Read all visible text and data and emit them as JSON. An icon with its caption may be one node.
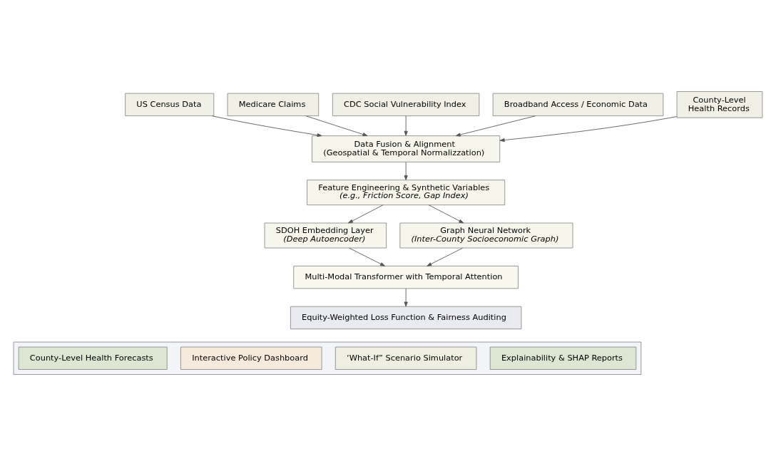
{
  "diagram": {
    "nodes": [
      {
        "text": [
          "US Census Data"
        ]
      },
      {
        "text": [
          "Medicare Claims"
        ]
      },
      {
        "text": [
          "CDC Social Vulnerability Index"
        ]
      },
      {
        "text": [
          "Broadband Access / Economic Data"
        ]
      },
      {
        "text": [
          "County-Level",
          "Health Records"
        ]
      },
      {
        "text": [
          "Data Fusion & Alignment",
          "(Geospatial & Temporal Normalizzation)"
        ]
      },
      {
        "text": [
          "Feature Engineering & Synthetic Variables",
          "(e.g., Friction Score, Gap Index)"
        ]
      },
      {
        "text": [
          "SDOH Embedding Layer",
          "(Deep Autoencoder)"
        ]
      },
      {
        "text": [
          "Graph Neural Network",
          "(Inter-County Socioeconomic Graph)"
        ]
      },
      {
        "text": [
          "Multi-Modal Transformer with Temporal Attention"
        ]
      },
      {
        "text": [
          "Equity-Weighted Loss Function & Fairness Auditing"
        ]
      },
      {
        "text": [],
        "shape": "box"
      },
      {
        "text": [
          "County-Level Health Forecasts"
        ],
        "in": 11
      },
      {
        "text": [
          "Interactive Policy Dashboard"
        ],
        "in": 11
      },
      {
        "text": [
          "‘What-If” Scenario Simulator"
        ],
        "in": 11
      },
      {
        "text": [
          "Explainability & SHAP Reports"
        ],
        "in": 11
      }
    ],
    "edges": [
      {
        "from": 0,
        "to": 5,
        "arrow": "to"
      },
      {
        "from": 1,
        "to": 5,
        "arrow": "to"
      },
      {
        "from": 2,
        "to": 5,
        "arrow": "to"
      },
      {
        "from": 3,
        "to": 5,
        "arrow": "to"
      },
      {
        "from": 4,
        "to": 5,
        "arrow": "to"
      },
      {
        "from": 5,
        "to": 6,
        "arrow": "to"
      },
      {
        "from": 6,
        "to": 7,
        "arrow": "to"
      },
      {
        "from": 6,
        "to": 8,
        "arrow": "to"
      },
      {
        "from": 7,
        "to": 9,
        "arrow": "to"
      },
      {
        "from": 8,
        "to": 9,
        "arrow": "to"
      },
      {
        "from": 9,
        "to": 10,
        "arrow": "to"
      }
    ]
  }
}
